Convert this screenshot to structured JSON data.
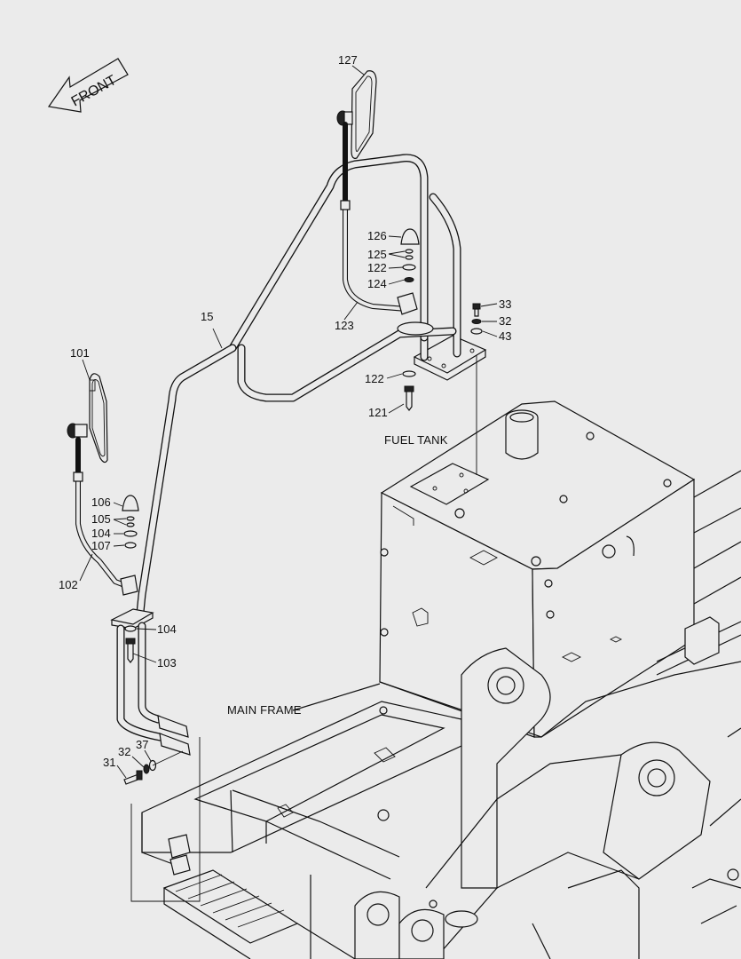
{
  "direction_arrow": {
    "label": "FRONT"
  },
  "assembly_labels": {
    "fuel_tank": "FUEL TANK",
    "main_frame": "MAIN FRAME"
  },
  "callouts": [
    {
      "key": "c127",
      "text": "127"
    },
    {
      "key": "c126",
      "text": "126"
    },
    {
      "key": "c125a",
      "text": "125"
    },
    {
      "key": "c122a",
      "text": "122"
    },
    {
      "key": "c124",
      "text": "124"
    },
    {
      "key": "c123",
      "text": "123"
    },
    {
      "key": "c33",
      "text": "33"
    },
    {
      "key": "c32a",
      "text": "32"
    },
    {
      "key": "c43",
      "text": "43"
    },
    {
      "key": "c122b",
      "text": "122"
    },
    {
      "key": "c121",
      "text": "121"
    },
    {
      "key": "c15",
      "text": "15"
    },
    {
      "key": "c101",
      "text": "101"
    },
    {
      "key": "c106",
      "text": "106"
    },
    {
      "key": "c105",
      "text": "105"
    },
    {
      "key": "c104a",
      "text": "104"
    },
    {
      "key": "c107",
      "text": "107"
    },
    {
      "key": "c102",
      "text": "102"
    },
    {
      "key": "c104b",
      "text": "104"
    },
    {
      "key": "c103",
      "text": "103"
    },
    {
      "key": "c37",
      "text": "37"
    },
    {
      "key": "c32b",
      "text": "32"
    },
    {
      "key": "c31",
      "text": "31"
    }
  ]
}
